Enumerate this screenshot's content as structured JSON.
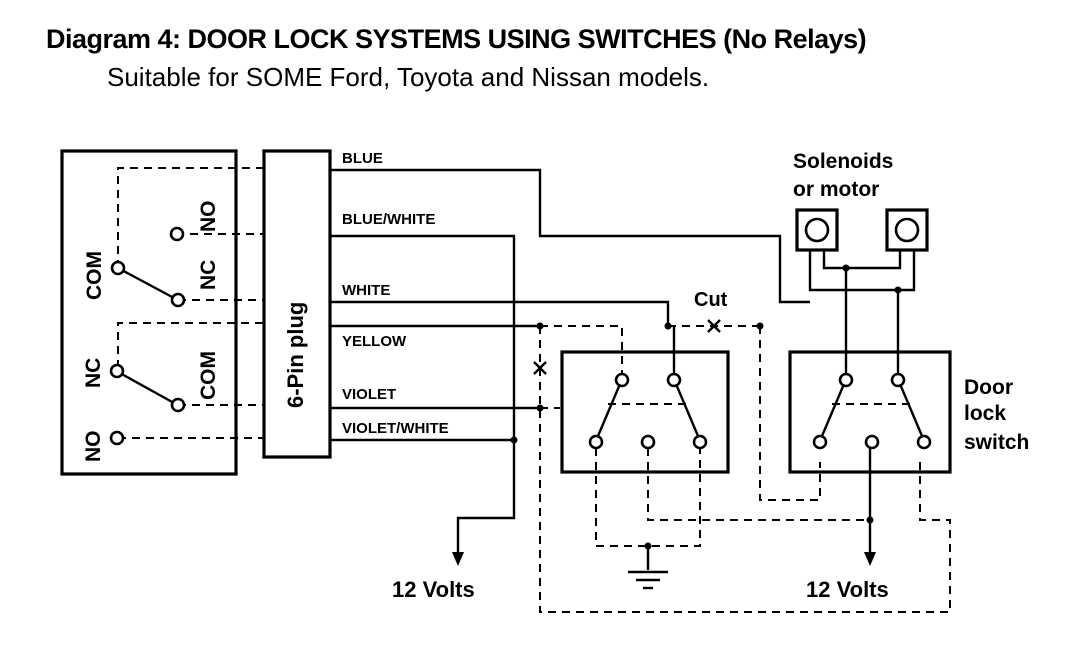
{
  "header": {
    "title": "Diagram 4: DOOR LOCK SYSTEMS USING SWITCHES (No Relays)",
    "subtitle": "Suitable for SOME Ford, Toyota and Nissan models."
  },
  "relay_block": {
    "upper": {
      "no": "NO",
      "com": "COM",
      "nc": "NC"
    },
    "lower": {
      "no": "NO",
      "com": "COM",
      "nc": "NC"
    }
  },
  "plug": {
    "label": "6-Pin plug"
  },
  "wires": [
    "BLUE",
    "BLUE/WHITE",
    "WHITE",
    "YELLOW",
    "VIOLET",
    "VIOLET/WHITE"
  ],
  "labels": {
    "cut": "Cut",
    "solenoids_line1": "Solenoids",
    "solenoids_line2": "or motor",
    "door_line1": "Door",
    "door_line2": "lock",
    "door_line3": "switch",
    "volts_left": "12 Volts",
    "volts_right": "12 Volts"
  }
}
